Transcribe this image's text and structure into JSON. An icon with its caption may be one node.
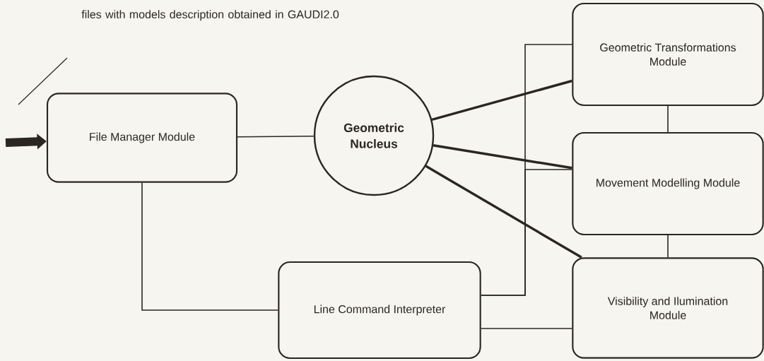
{
  "diagram": {
    "nodes": [
      {
        "text": [
          "File Manager Module"
        ]
      },
      {
        "text": [
          "Geometric Nucleus"
        ]
      },
      {
        "text": [
          "Geometric Transformations Module"
        ]
      },
      {
        "text": [
          "Movement Modelling Module"
        ]
      },
      {
        "text": [
          "Line Command Interpreter"
        ]
      },
      {
        "text": [
          "Visibility and Ilumination Module"
        ]
      }
    ],
    "edges": [
      {
        "from": null,
        "to": 0,
        "arrow": "to",
        "style": "thick"
      },
      {
        "from": 0,
        "to": 1,
        "arrow": "none"
      },
      {
        "from": 1,
        "to": 2,
        "arrow": "none",
        "style": "thick"
      },
      {
        "from": 1,
        "to": 3,
        "arrow": "none",
        "style": "thick"
      },
      {
        "from": 1,
        "to": 5,
        "arrow": "none",
        "style": "thick"
      },
      {
        "from": 2,
        "to": 3,
        "arrow": "none"
      },
      {
        "from": 3,
        "to": 5,
        "arrow": "none"
      },
      {
        "from": 0,
        "to": 4,
        "arrow": "none"
      },
      {
        "from": 4,
        "to": 2,
        "arrow": "none"
      },
      {
        "from": 4,
        "to": 3,
        "arrow": "none"
      },
      {
        "from": 4,
        "to": 5,
        "arrow": "none"
      }
    ],
    "labels": [
      "files with models description obtained in GAUDI2.0"
    ]
  }
}
